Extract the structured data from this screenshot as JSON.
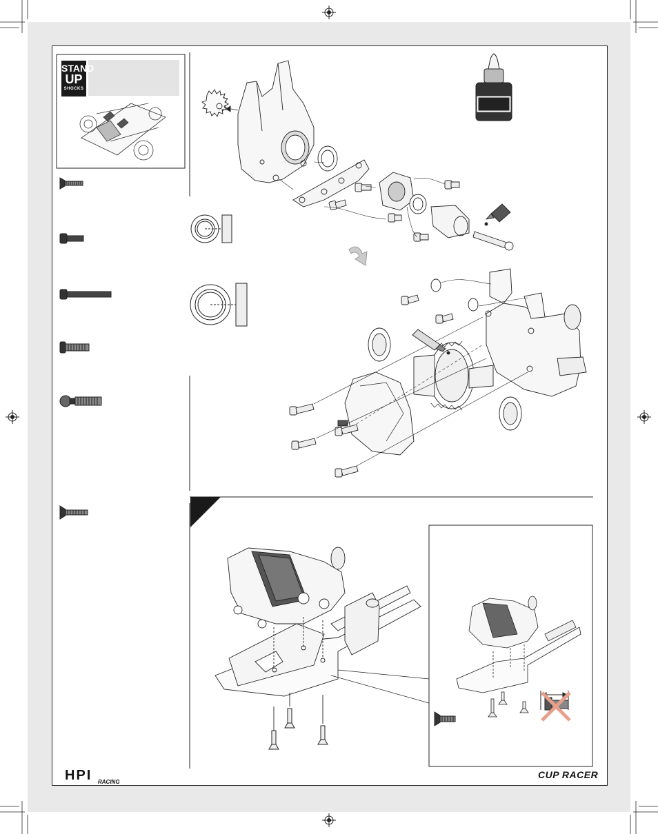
{
  "logos": {
    "stand_up": {
      "line1": "STAND",
      "line2": "UP",
      "line3": "SHOCKS"
    },
    "hpi": {
      "main": "HPI",
      "sub": "RACING"
    },
    "cup_racer": "CUP RACER"
  },
  "colors": {
    "background": "#e9e9e9",
    "page": "#ffffff",
    "line": "#222222",
    "step_tab": "#1a1a1a",
    "cross": "#e8a08a"
  },
  "icons": [
    "registration-mark-icon",
    "flat-head-screw-icon",
    "cap-head-screw-icon",
    "long-cap-screw-icon",
    "button-head-screw-icon",
    "ball-stud-icon",
    "bearing-icon",
    "thread-lock-bottle-icon",
    "grease-tube-icon",
    "turn-arrow-icon",
    "prohibited-cross-icon"
  ]
}
